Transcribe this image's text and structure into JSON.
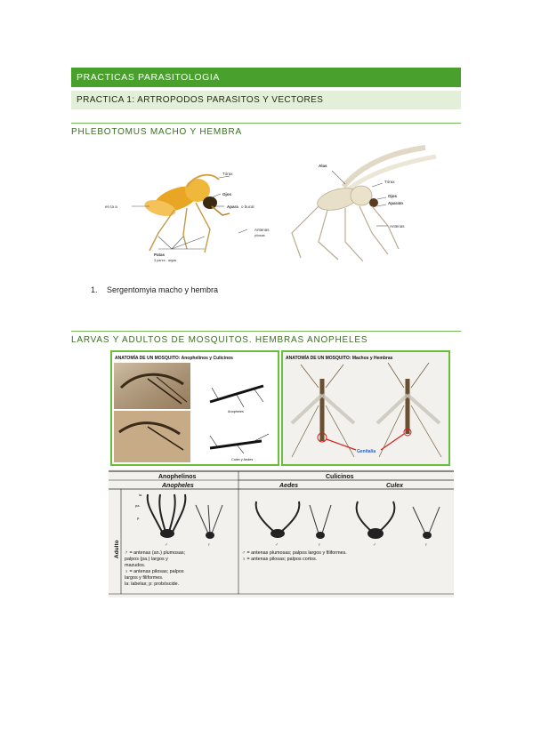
{
  "header": {
    "title": "PRACTICAS PARASITOLOGIA",
    "subtitle": "PRACTICA 1: ARTROPODOS PARASITOS Y VECTORES"
  },
  "section1": {
    "heading": "PHLEBOTOMUS MACHO Y HEMBRA",
    "left_labels": {
      "torax": "Tórax",
      "ojos": "Ojos",
      "aparato": "Apara",
      "aparato_suffix": "o bucal",
      "ala": "en ta a",
      "antenas": "Antenas",
      "antenas_sub": "pilosas",
      "patas": "Patas",
      "patas_sub": "3 pares . argas"
    },
    "right_labels": {
      "alas": "Alas",
      "torax": "Tórax",
      "ojos": "Ojos",
      "aparato": "Aparato",
      "antenas": "Antenas"
    }
  },
  "list": {
    "number": "1.",
    "text": "Sergentomyia macho y hembra"
  },
  "section2": {
    "heading": "LARVAS Y ADULTOS DE MOSQUITOS. HEMBRAS ANOPHELES",
    "panel_left_title": "ANATOMÍA DE UN  MOSQUITO: Anophelinos y Culicinos",
    "panel_left_caption1": "Anopheles",
    "panel_left_caption2": "Culex y Aedes",
    "panel_right_title": "ANATOMÍA DE UN  MOSQUITO: Machos y Hembras",
    "panel_right_label": "Genitalia"
  },
  "table": {
    "group1": "Anophelinos",
    "group2": "Culicinos",
    "col1": "Anopheles",
    "col2": "Aedes",
    "col3": "Culex",
    "row_label": "Adulto",
    "part_labels": [
      "la.",
      "pa.",
      "p."
    ],
    "desc1": [
      "♂ = antenas (an.) plumosas;",
      "palpos (pa.) largos y",
      "mazudos.",
      "♀ = antenas pilosas; palpos",
      "largos y filiformes.",
      "la: labelas; p: probóscide."
    ],
    "desc2": [
      "♂ = antenas plumosas; palpos largos y filiformes.",
      "♀ = antenas pilosas; palpos cortos."
    ],
    "sex_symbols": [
      "♂",
      "♀"
    ]
  },
  "colors": {
    "accent": "#4aa02c",
    "accent_light": "#e3efd9",
    "heading": "#3a6e22",
    "genitalia_red": "#d0201c"
  }
}
